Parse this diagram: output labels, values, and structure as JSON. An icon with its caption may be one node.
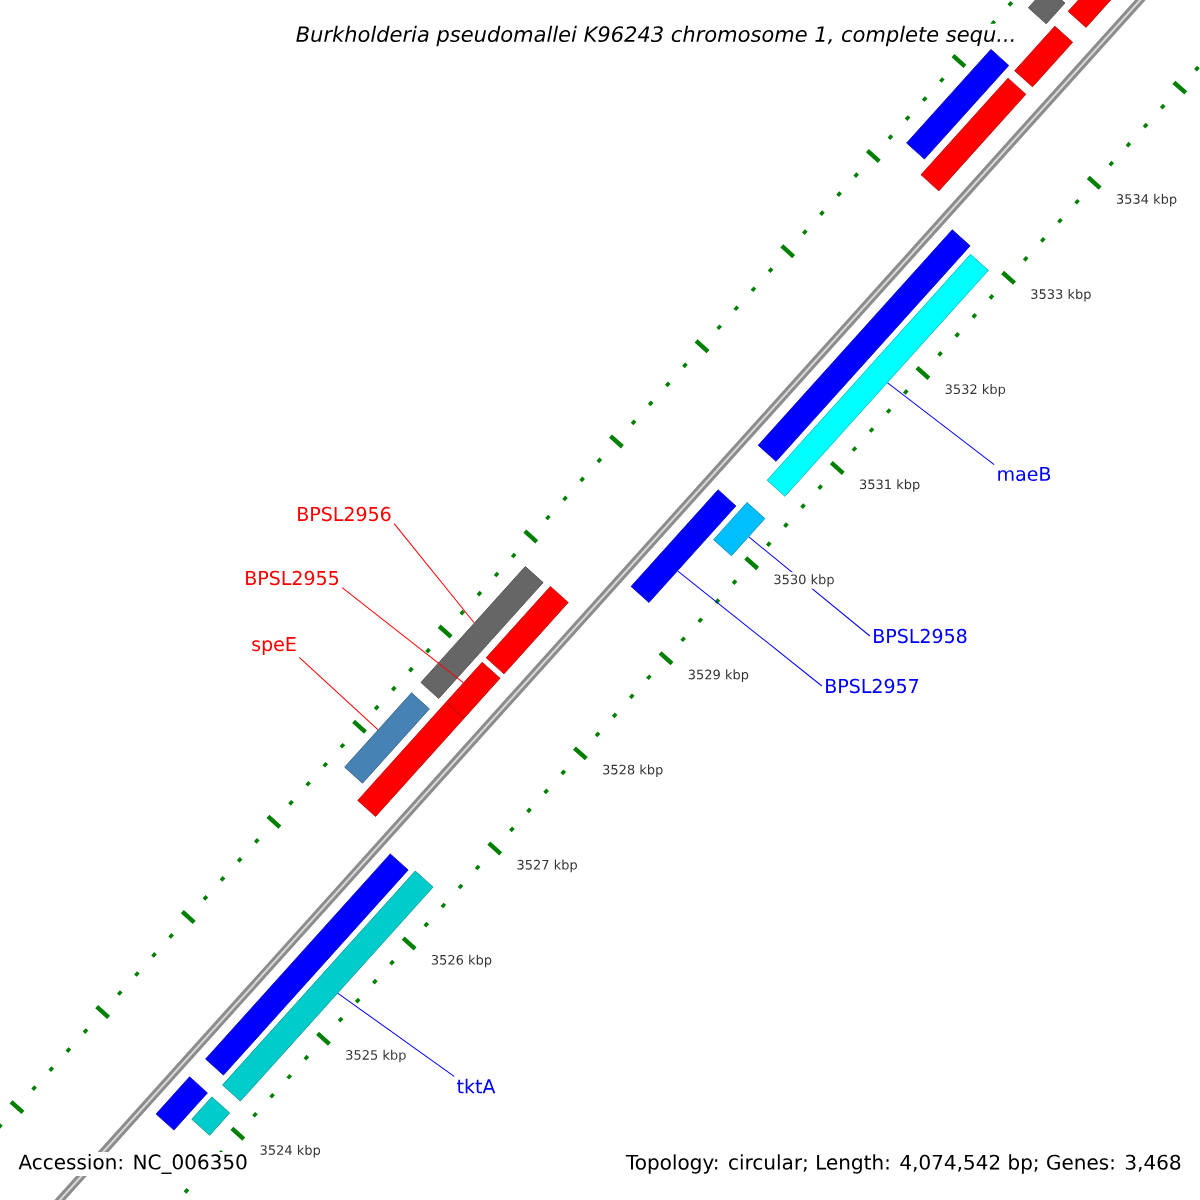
{
  "diagram": {
    "title": "Burkholderia pseudomallei K96243 chromosome 1, complete sequ...",
    "nodes": [
      {
        "text": [
          "BPSL2956"
        ]
      },
      {
        "text": [
          "BPSL2955"
        ]
      },
      {
        "text": [
          "speE"
        ]
      },
      {
        "text": [
          "BPSL2958"
        ]
      },
      {
        "text": [
          "BPSL2957"
        ]
      },
      {
        "text": [
          "maeB"
        ]
      },
      {
        "text": [
          "tktA"
        ]
      },
      {
        "text": [],
        "shape": "bar"
      },
      {
        "text": [],
        "shape": "bar"
      },
      {
        "text": [],
        "shape": "bar"
      },
      {
        "text": [],
        "shape": "bar"
      },
      {
        "text": [],
        "shape": "bar"
      },
      {
        "text": [],
        "shape": "bar"
      },
      {
        "text": [],
        "shape": "bar"
      },
      {
        "text": [],
        "shape": "bar"
      },
      {
        "text": [],
        "shape": "bar"
      },
      {
        "text": [],
        "shape": "bar"
      },
      {
        "text": [],
        "shape": "bar"
      },
      {
        "text": [],
        "shape": "bar"
      },
      {
        "text": [],
        "shape": "bar"
      },
      {
        "text": [],
        "shape": "bar"
      },
      {
        "text": [],
        "shape": "bar"
      },
      {
        "text": [],
        "shape": "bar"
      },
      {
        "text": [],
        "shape": "bar"
      },
      {
        "text": [],
        "shape": "bar"
      },
      {
        "text": [],
        "shape": "bar"
      }
    ],
    "edges": [
      {
        "from": 0,
        "to": 17,
        "arrow": "none",
        "color": "#ff0000"
      },
      {
        "from": 1,
        "to": 19,
        "arrow": "none",
        "color": "#ff0000"
      },
      {
        "from": 2,
        "to": 20,
        "arrow": "none",
        "color": "#ff0000"
      },
      {
        "from": 3,
        "to": 15,
        "arrow": "none"
      },
      {
        "from": 4,
        "to": 16,
        "arrow": "none"
      },
      {
        "from": 5,
        "to": 13,
        "arrow": "none"
      },
      {
        "from": 6,
        "to": 23,
        "arrow": "none"
      }
    ],
    "labels": [
      "3534 kbp",
      "3533 kbp",
      "3532 kbp",
      "3531 kbp",
      "3530 kbp",
      "3529 kbp",
      "3528 kbp",
      "3527 kbp",
      "3526 kbp",
      "3525 kbp",
      "3524 kbp",
      "Accession: NC_006350",
      "Topology: circular; Length: 4,074,542 bp; Genes: 3,468"
    ]
  }
}
